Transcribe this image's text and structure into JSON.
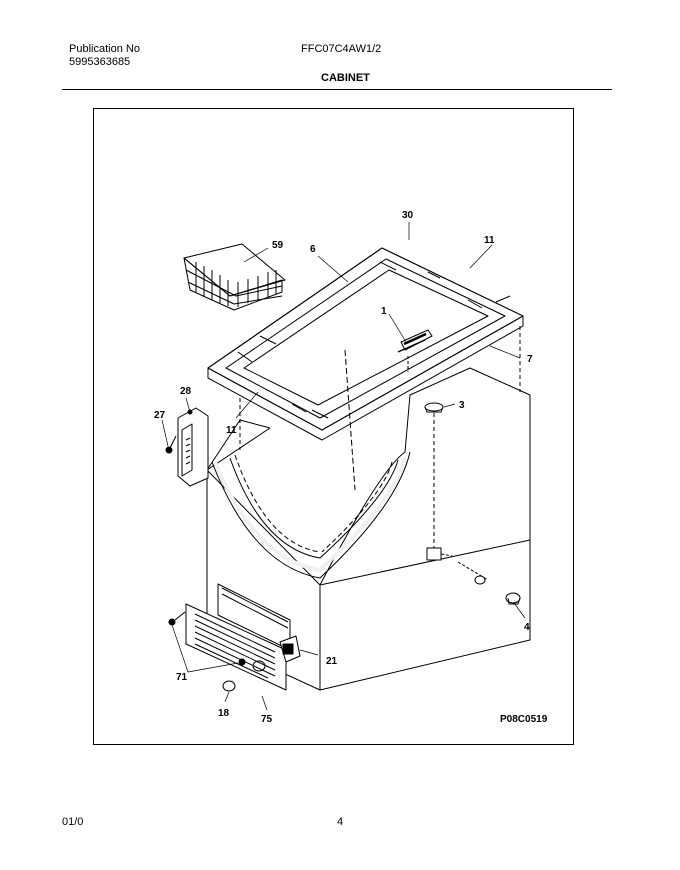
{
  "header": {
    "publication_label": "Publication No",
    "publication_number": "5995363685",
    "model": "FFC07C4AW1/2",
    "section_title": "CABINET"
  },
  "diagram": {
    "figure_code": "P08C0519",
    "callouts": {
      "c30": "30",
      "c59": "59",
      "c6": "6",
      "c11a": "11",
      "c1": "1",
      "c7": "7",
      "c28": "28",
      "c27": "27",
      "c11b": "11",
      "c3": "3",
      "c4": "4",
      "c71": "71",
      "c21": "21",
      "c18": "18",
      "c75": "75"
    }
  },
  "footer": {
    "revision": "01/0",
    "page_number": "4"
  }
}
